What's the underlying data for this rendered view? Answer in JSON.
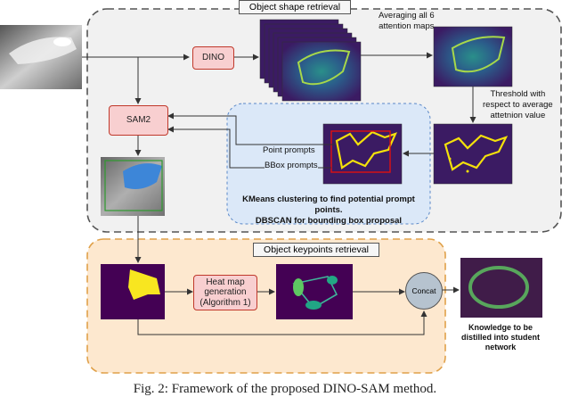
{
  "regions": {
    "shape_title": "Object shape retrieval",
    "keypoints_title": "Object keypoints retrieval",
    "colors": {
      "shape_bg": "#f1f1f1",
      "keypoints_bg": "#fde8cf",
      "keypoints_border": "#e0a14a",
      "prompt_bg": "#dbe8f8"
    }
  },
  "nodes": {
    "dino": "DINO",
    "sam2": "SAM2",
    "heatmap_gen": [
      "Heat map",
      "generation",
      "(Algorithm 1)"
    ],
    "concat": "Concat"
  },
  "labels": {
    "averaging": [
      "Averaging all 6",
      "attention maps"
    ],
    "threshold": [
      "Threshold with",
      "respect to average",
      "attetnion value"
    ],
    "point_prompts": "Point prompts",
    "bbox_prompts": "BBox prompts",
    "kmeans": [
      "KMeans clustering to find potential prompt points.",
      "DBSCAN for bounding box proposal"
    ],
    "knowledge": [
      "Knowledge to be",
      "distilled into student",
      "network"
    ]
  },
  "caption": "Fig. 2: Framework of the proposed DINO-SAM method."
}
